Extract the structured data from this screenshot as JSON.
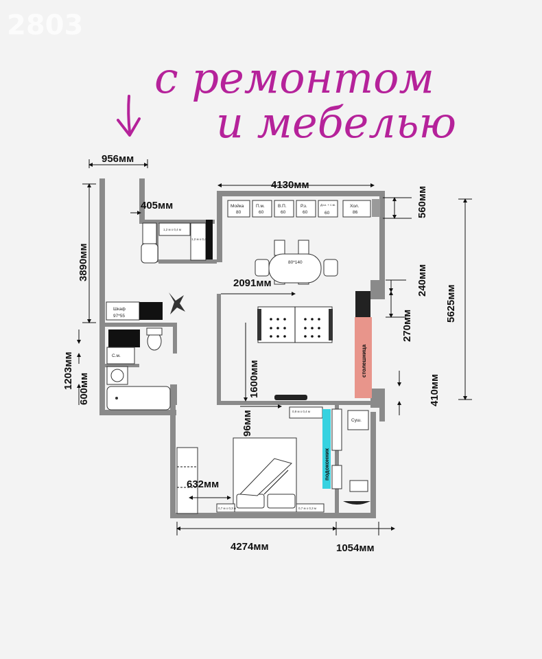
{
  "badge": "2803",
  "handwriting": {
    "line1": "с ремонтом",
    "line2": "и мебелью"
  },
  "dimensions": {
    "d956": "956мм",
    "d405": "405мм",
    "d4130": "4130мм",
    "d560": "560мм",
    "d3890": "3890мм",
    "d2091": "2091мм",
    "d240": "240мм",
    "d270": "270мм",
    "d5625": "5625мм",
    "d1203": "1203мм",
    "d600": "600мм",
    "d1600": "1600мм",
    "d410": "410мм",
    "d96": "96мм",
    "d632": "632мм",
    "d4274": "4274мм",
    "d1054": "1054мм"
  },
  "kitchen_cabinets": [
    {
      "name": "Мойка",
      "size": "80"
    },
    {
      "name": "П.м.",
      "size": "60"
    },
    {
      "name": "В.П.",
      "size": "60"
    },
    {
      "name": "Р.з.",
      "size": "60"
    },
    {
      "name": "Д.ш. + с.м.",
      "size": "60"
    },
    {
      "name": "Хол.",
      "size": "86"
    }
  ],
  "labels": {
    "wardrobe": "Шкаф",
    "wardrobe_size": "97*55",
    "washer": "С.м.",
    "table": "80*140",
    "countertop": "столешница",
    "windowsill": "подоконник",
    "dryer": "Суш.",
    "small_a": "1,2 м х 0,4 м",
    "small_b": "1,2 м х 0,4 м",
    "small_c": "0,9 м х 0,4 м",
    "small_d": "0,7 м х 0,3 м",
    "small_e": "0,7 м х 0,3 м"
  },
  "colors": {
    "handwriting": "#b5229a",
    "countertop": "#e8958b",
    "windowsill": "#36d2e0",
    "wall": "#8a8a8a"
  }
}
